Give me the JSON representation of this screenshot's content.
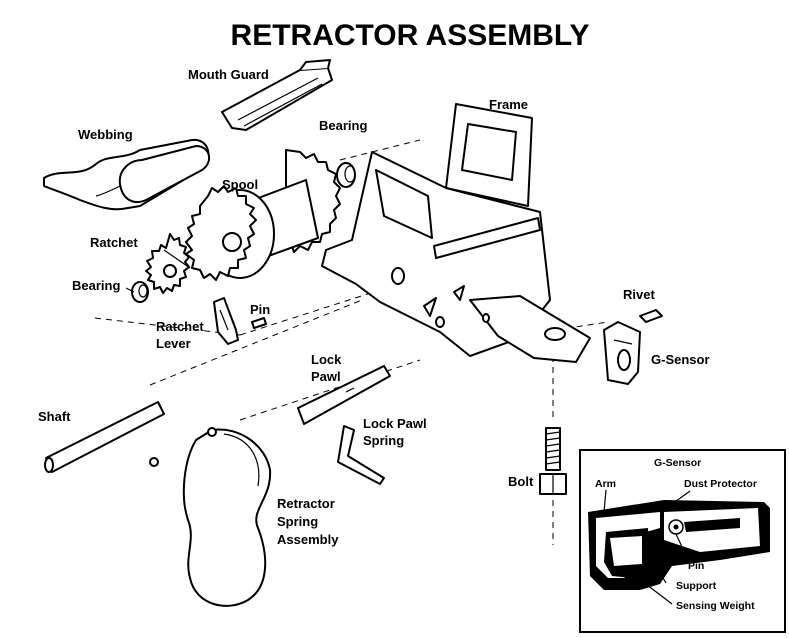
{
  "title": "RETRACTOR ASSEMBLY",
  "labels": {
    "mouth_guard": "Mouth Guard",
    "frame": "Frame",
    "webbing": "Webbing",
    "bearing_top": "Bearing",
    "spool": "Spool",
    "ratchet": "Ratchet",
    "bearing_left": "Bearing",
    "pin": "Pin",
    "ratchet_lever_1": "Ratchet",
    "ratchet_lever_2": "Lever",
    "rivet": "Rivet",
    "g_sensor": "G-Sensor",
    "lock_pawl_1": "Lock",
    "lock_pawl_2": "Pawl",
    "lock_pawl_spring_1": "Lock Pawl",
    "lock_pawl_spring_2": "Spring",
    "shaft": "Shaft",
    "bolt": "Bolt",
    "retractor_spring_1": "Retractor",
    "retractor_spring_2": "Spring",
    "retractor_spring_3": "Assembly"
  },
  "inset": {
    "title": "G-Sensor",
    "arm": "Arm",
    "dust_protector": "Dust Protector",
    "pin": "Pin",
    "support": "Support",
    "sensing_weight": "Sensing Weight"
  }
}
